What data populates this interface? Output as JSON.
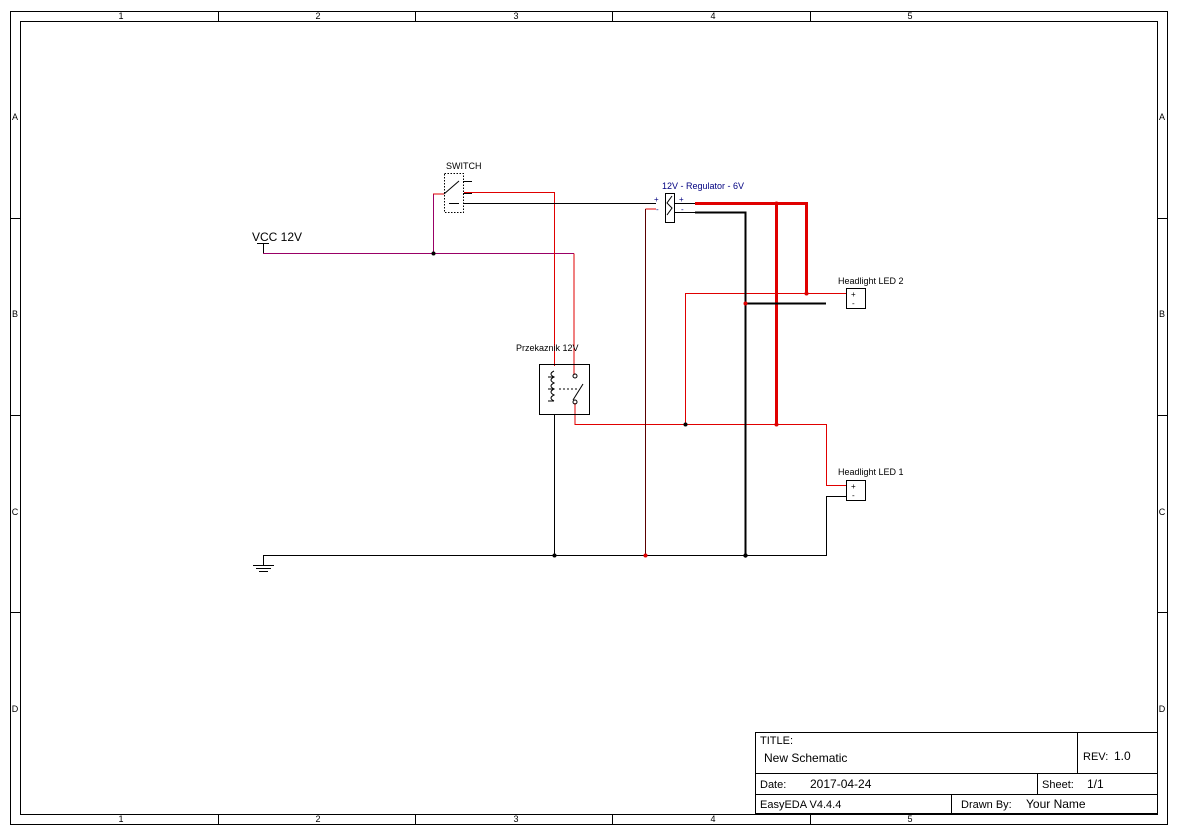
{
  "frame": {
    "columns": [
      "1",
      "2",
      "3",
      "4",
      "5"
    ],
    "rows": [
      "A",
      "B",
      "C",
      "D"
    ]
  },
  "labels": {
    "vcc": "VCC 12V",
    "switch": "SWITCH",
    "regulator": "12V - Regulator - 6V",
    "relay": "Przekaznik 12V",
    "led2": "Headlight LED 2",
    "led1": "Headlight LED 1",
    "plus": "+",
    "minus": "-"
  },
  "title_block": {
    "title_label": "TITLE:",
    "title_value": "New Schematic",
    "rev_label": "REV:",
    "rev_value": "1.0",
    "date_label": "Date:",
    "date_value": "2017-04-24",
    "sheet_label": "Sheet:",
    "sheet_value": "1/1",
    "tool": "EasyEDA V4.4.4",
    "drawn_label": "Drawn By:",
    "drawn_value": "Your Name"
  },
  "colors": {
    "wire_black": "#000000",
    "wire_red": "#e00000",
    "wire_purple": "#990066",
    "regulator_label": "#000080"
  }
}
